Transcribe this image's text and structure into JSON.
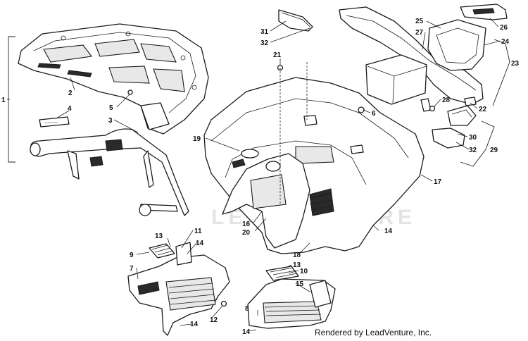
{
  "watermark": "LEADVENTURE",
  "credit": "Rendered by LeadVenture, Inc.",
  "callouts": {
    "c1": "1",
    "c2": "2",
    "c3": "3",
    "c4": "4",
    "c5": "5",
    "c6": "6",
    "c7": "7",
    "c8": "8",
    "c9": "9",
    "c10": "10",
    "c11": "11",
    "c12": "12",
    "c13a": "13",
    "c13b": "13",
    "c14a": "14",
    "c14b": "14",
    "c14c": "14",
    "c14d": "14",
    "c15": "15",
    "c16": "16",
    "c17": "17",
    "c18": "18",
    "c19": "19",
    "c20": "20",
    "c21": "21",
    "c22": "22",
    "c23": "23",
    "c24": "24",
    "c25": "25",
    "c26": "26",
    "c27": "27",
    "c28": "28",
    "c29": "29",
    "c30": "30",
    "c31": "31",
    "c32a": "32",
    "c32b": "32"
  }
}
